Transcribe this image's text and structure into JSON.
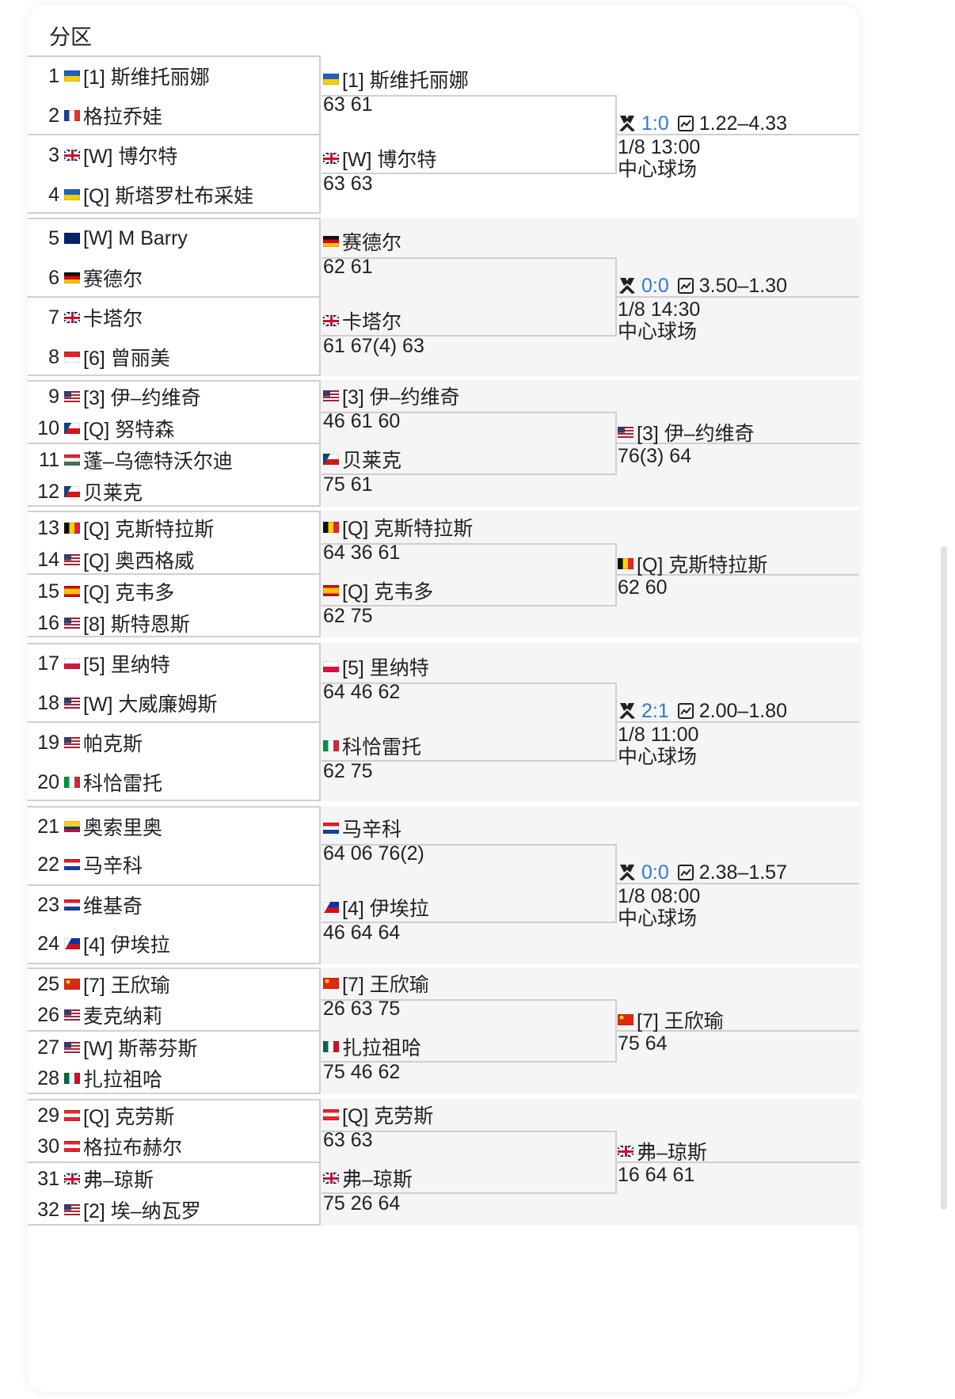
{
  "header": {
    "title": "分区"
  },
  "players": [
    {
      "num": "1",
      "flag": "ua",
      "name": "[1] 斯维托丽娜"
    },
    {
      "num": "2",
      "flag": "fr",
      "name": "格拉乔娃"
    },
    {
      "num": "3",
      "flag": "gb",
      "name": "[W] 博尔特"
    },
    {
      "num": "4",
      "flag": "ua",
      "name": "[Q] 斯塔罗杜布采娃"
    },
    {
      "num": "5",
      "flag": "nz",
      "name": "[W] M Barry"
    },
    {
      "num": "6",
      "flag": "de",
      "name": "赛德尔"
    },
    {
      "num": "7",
      "flag": "gb",
      "name": "卡塔尔"
    },
    {
      "num": "8",
      "flag": "id",
      "name": "[6] 曾丽美"
    },
    {
      "num": "9",
      "flag": "us",
      "name": "[3] 伊–约维奇"
    },
    {
      "num": "10",
      "flag": "cz",
      "name": "[Q] 努特森"
    },
    {
      "num": "11",
      "flag": "hu",
      "name": "蓬–乌德特沃尔迪"
    },
    {
      "num": "12",
      "flag": "cz",
      "name": "贝莱克"
    },
    {
      "num": "13",
      "flag": "be",
      "name": "[Q] 克斯特拉斯"
    },
    {
      "num": "14",
      "flag": "us",
      "name": "[Q] 奥西格威"
    },
    {
      "num": "15",
      "flag": "es",
      "name": "[Q] 克韦多"
    },
    {
      "num": "16",
      "flag": "us",
      "name": "[8] 斯特恩斯"
    },
    {
      "num": "17",
      "flag": "pl",
      "name": "[5] 里纳特"
    },
    {
      "num": "18",
      "flag": "us",
      "name": "[W] 大威廉姆斯"
    },
    {
      "num": "19",
      "flag": "us",
      "name": "帕克斯"
    },
    {
      "num": "20",
      "flag": "it",
      "name": "科恰雷托"
    },
    {
      "num": "21",
      "flag": "co",
      "name": "奥索里奥"
    },
    {
      "num": "22",
      "flag": "hr",
      "name": "马辛科"
    },
    {
      "num": "23",
      "flag": "hr",
      "name": "维基奇"
    },
    {
      "num": "24",
      "flag": "ph",
      "name": "[4] 伊埃拉"
    },
    {
      "num": "25",
      "flag": "cn",
      "name": "[7] 王欣瑜"
    },
    {
      "num": "26",
      "flag": "us",
      "name": "麦克纳莉"
    },
    {
      "num": "27",
      "flag": "us",
      "name": "[W] 斯蒂芬斯"
    },
    {
      "num": "28",
      "flag": "mx",
      "name": "扎拉祖哈"
    },
    {
      "num": "29",
      "flag": "at",
      "name": "[Q] 克劳斯"
    },
    {
      "num": "30",
      "flag": "at",
      "name": "格拉布赫尔"
    },
    {
      "num": "31",
      "flag": "gb",
      "name": "弗–琼斯"
    },
    {
      "num": "32",
      "flag": "us",
      "name": "[2] 埃–纳瓦罗"
    }
  ],
  "round2": [
    {
      "flag": "ua",
      "name": "[1] 斯维托丽娜",
      "score": "63 61"
    },
    {
      "flag": "gb",
      "name": "[W] 博尔特",
      "score": "63 63"
    },
    {
      "flag": "de",
      "name": "赛德尔",
      "score": "62 61"
    },
    {
      "flag": "gb",
      "name": "卡塔尔",
      "score": "61 67(4) 63"
    },
    {
      "flag": "us",
      "name": "[3] 伊–约维奇",
      "score": "46 61 60"
    },
    {
      "flag": "cz",
      "name": "贝莱克",
      "score": "75 61"
    },
    {
      "flag": "be",
      "name": "[Q] 克斯特拉斯",
      "score": "64 36 61"
    },
    {
      "flag": "es",
      "name": "[Q] 克韦多",
      "score": "62 75"
    },
    {
      "flag": "pl",
      "name": "[5] 里纳特",
      "score": "64 46 62"
    },
    {
      "flag": "it",
      "name": "科恰雷托",
      "score": "62 75"
    },
    {
      "flag": "hr",
      "name": "马辛科",
      "score": "64 06 76(2)"
    },
    {
      "flag": "ph",
      "name": "[4] 伊埃拉",
      "score": "46 64 64"
    },
    {
      "flag": "cn",
      "name": "[7] 王欣瑜",
      "score": "26 63 75"
    },
    {
      "flag": "mx",
      "name": "扎拉祖哈",
      "score": "75 46 62"
    },
    {
      "flag": "at",
      "name": "[Q] 克劳斯",
      "score": "63 63"
    },
    {
      "flag": "gb",
      "name": "弗–琼斯",
      "score": "75 26 64"
    }
  ],
  "round3": [
    {
      "type": "match",
      "live_score": "1:0",
      "odds": "1.22–4.33",
      "time": "1/8 13:00",
      "court": "中心球场"
    },
    {
      "type": "match",
      "live_score": "0:0",
      "odds": "3.50–1.30",
      "time": "1/8 14:30",
      "court": "中心球场"
    },
    {
      "type": "result",
      "flag": "us",
      "name": "[3] 伊–约维奇",
      "score": "76(3) 64"
    },
    {
      "type": "result",
      "flag": "be",
      "name": "[Q] 克斯特拉斯",
      "score": "62 60"
    },
    {
      "type": "match",
      "live_score": "2:1",
      "odds": "2.00–1.80",
      "time": "1/8 11:00",
      "court": "中心球场"
    },
    {
      "type": "match",
      "live_score": "0:0",
      "odds": "2.38–1.57",
      "time": "1/8 08:00",
      "court": "中心球场"
    },
    {
      "type": "result",
      "flag": "cn",
      "name": "[7] 王欣瑜",
      "score": "75 64"
    },
    {
      "type": "result",
      "flag": "gb",
      "name": "弗–琼斯",
      "score": "16 64 61"
    }
  ],
  "icons": {
    "versus": "crossed-rackets-icon",
    "odds": "odds-chart-icon"
  },
  "colors": {
    "live_score": "#2f7bd6",
    "divider": "#cfcfcf",
    "section_shade": "#f5f5f5"
  }
}
